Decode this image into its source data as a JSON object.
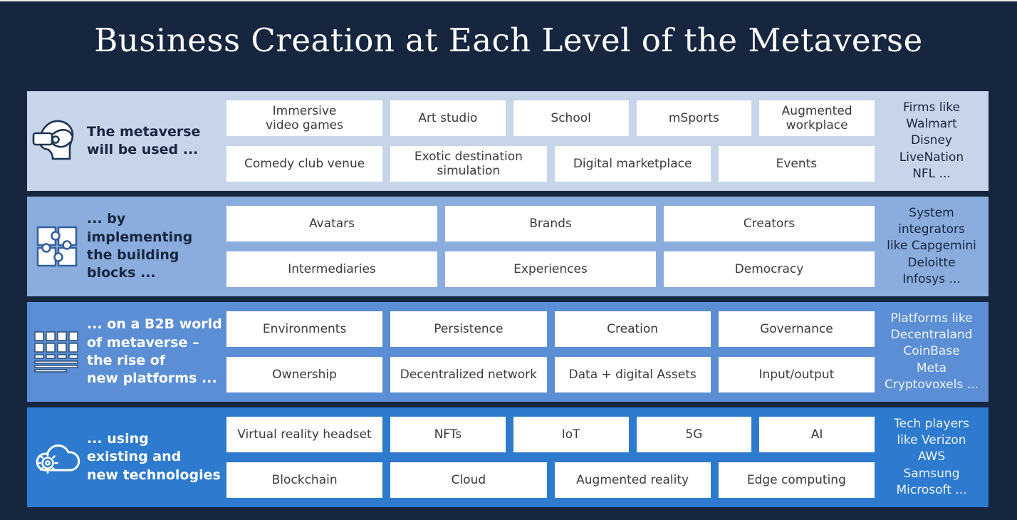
{
  "page": {
    "title": "Business Creation at Each Level of the Metaverse",
    "background": "#17263f",
    "title_color": "#ffffff"
  },
  "levels": [
    {
      "name": "metaverse-use-cases",
      "icon": "vr-headset-icon",
      "label": "The metaverse\nwill be used ...",
      "style": {
        "bg": "#c7d5ea",
        "label_color": "#17263f",
        "note_color": "#17263f"
      },
      "boxes_top": [
        "Immersive\nvideo games",
        "Art studio",
        "School",
        "mSports",
        "Augmented\nworkplace"
      ],
      "boxes_bottom": [
        "Comedy club venue",
        "Exotic destination\nsimulation",
        "Digital marketplace",
        "Events"
      ],
      "note": "Firms like\nWalmart\nDisney\nLiveNation\nNFL ..."
    },
    {
      "name": "building-blocks",
      "icon": "puzzle-icon",
      "label": "... by\nimplementing\nthe building\nblocks ...",
      "style": {
        "bg": "#8badde",
        "label_color": "#17263f",
        "note_color": "#17263f"
      },
      "boxes_top": [
        "Avatars",
        "Brands",
        "Creators"
      ],
      "boxes_bottom": [
        "Intermediaries",
        "Experiences",
        "Democracy"
      ],
      "note": "System\nintegrators\nlike Capgemini\nDeloitte\nInfosys ..."
    },
    {
      "name": "b2b-platforms",
      "icon": "platform-grid-icon",
      "label": "... on a B2B world\nof metaverse –\nthe rise of\nnew platforms ...",
      "style": {
        "bg": "#5b8ed5",
        "label_color": "#ffffff",
        "note_color": "#eef3fb"
      },
      "boxes_top": [
        "Environments",
        "Persistence",
        "Creation",
        "Governance"
      ],
      "boxes_bottom": [
        "Ownership",
        "Decentralized network",
        "Data + digital Assets",
        "Input/output"
      ],
      "note": "Platforms like\nDecentraland\nCoinBase\nMeta\nCryptovoxels ..."
    },
    {
      "name": "technologies",
      "icon": "cloud-gear-icon",
      "label": "... using\nexisting and\nnew technologies",
      "style": {
        "bg": "#2d7ace",
        "label_color": "#ffffff",
        "note_color": "#eef3fb"
      },
      "boxes_top": [
        "Virtual reality headset",
        "NFTs",
        "IoT",
        "5G",
        "AI"
      ],
      "boxes_bottom": [
        "Blockchain",
        "Cloud",
        "Augmented reality",
        "Edge computing"
      ],
      "note": "Tech players\nlike Verizon\nAWS\nSamsung\nMicrosoft ..."
    }
  ]
}
